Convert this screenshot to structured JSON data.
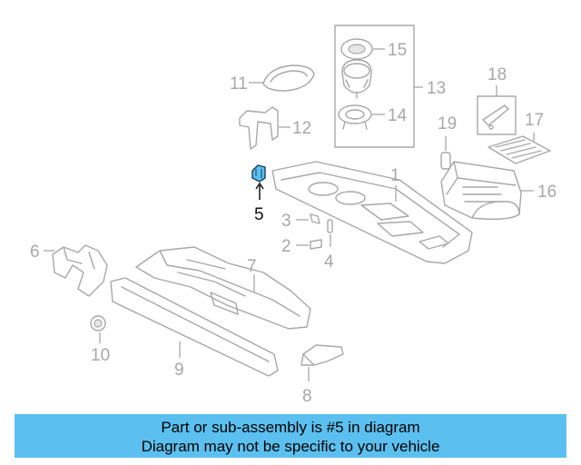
{
  "callouts": {
    "c1": "1",
    "c2": "2",
    "c3": "3",
    "c4": "4",
    "c5": "5",
    "c6": "6",
    "c7": "7",
    "c8": "8",
    "c9": "9",
    "c10": "10",
    "c11": "11",
    "c12": "12",
    "c13": "13",
    "c14": "14",
    "c15": "15",
    "c16": "16",
    "c17": "17",
    "c18": "18",
    "c19": "19"
  },
  "highlight": {
    "part": "5",
    "color": "#5bc0f0"
  },
  "banner": {
    "line1": "Part or sub-assembly is #5 in diagram",
    "line2": "Diagram may not be specific to your vehicle",
    "background": "#5bc0f0"
  }
}
